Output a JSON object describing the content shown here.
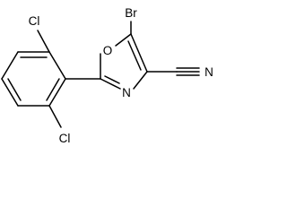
{
  "structure": {
    "atoms": {
      "bromine": "Br",
      "ring_oxygen": "O",
      "ring_nitrogen": "N",
      "nitrile_nitrogen": "N",
      "chlorine_top": "Cl",
      "chlorine_bottom": "Cl"
    },
    "colors": {
      "bonds": "#000000",
      "labels": "#000000",
      "background": "#ffffff"
    }
  }
}
